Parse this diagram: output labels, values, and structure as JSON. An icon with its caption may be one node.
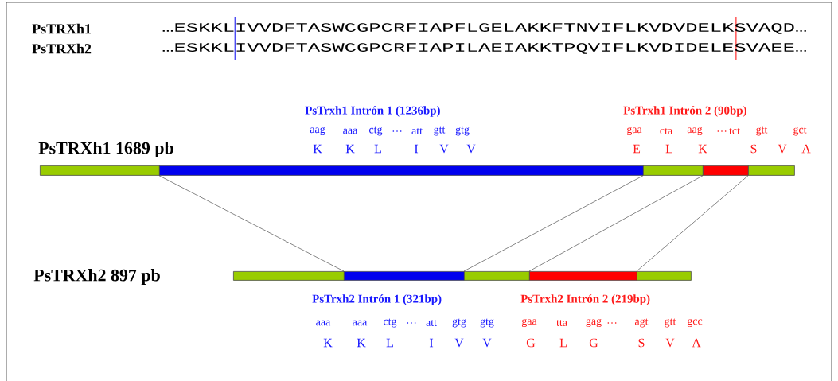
{
  "diagram": {
    "nodes": [
      {
        "text": [],
        "shape": "bar"
      },
      {
        "text": [],
        "shape": "bar"
      },
      {
        "text": [],
        "shape": "bar"
      },
      {
        "text": [],
        "shape": "bar"
      },
      {
        "text": [],
        "shape": "bar"
      },
      {
        "text": [],
        "shape": "bar"
      },
      {
        "text": [],
        "shape": "bar"
      },
      {
        "text": [],
        "shape": "bar"
      },
      {
        "text": [],
        "shape": "bar"
      },
      {
        "text": [],
        "shape": "bar"
      }
    ],
    "edges": [
      {
        "from": 1,
        "to": 6,
        "arrow": "none"
      },
      {
        "from": 2,
        "to": 7,
        "arrow": "none"
      },
      {
        "from": 3,
        "to": 8,
        "arrow": "none"
      },
      {
        "from": 4,
        "to": 9,
        "arrow": "none"
      }
    ],
    "labels": [
      "PsTRXh1",
      "…ESKKLIVVDFTASWCGPCRFIAPFLGELAKKFTNVIFLKVDVDELKSVAQD…",
      "PsTRXh2",
      "…ESKKLIVVDFTASWCGPCRFIAPILAEIAKKTPQVIFLKVDIDELESVAEE…",
      "PsTrxh1 Intrón 1 (1236bp)",
      "PsTrxh1 Intrón 2 (90bp)",
      "aag",
      "aaa",
      "ctg",
      "…",
      "att",
      "gtt",
      "gtg",
      "gaa",
      "cta",
      "aag",
      "…",
      "tct",
      "gtt",
      "gct",
      "PsTRXh1 1689 pb",
      "K",
      "K",
      "L",
      "I",
      "V",
      "V",
      "E",
      "L",
      "K",
      "S",
      "V",
      "A",
      "PsTRXh2 897 pb",
      "PsTrxh2 Intrón 1 (321bp)",
      "PsTrxh2 Intrón 2 (219bp)",
      "aaa",
      "aaa",
      "ctg",
      "…",
      "att",
      "gtg",
      "gtg",
      "gaa",
      "tta",
      "gag",
      "…",
      "agt",
      "gtt",
      "gcc",
      "K",
      "K",
      "L",
      "I",
      "V",
      "V",
      "G",
      "L",
      "G",
      "S",
      "V",
      "A"
    ]
  }
}
